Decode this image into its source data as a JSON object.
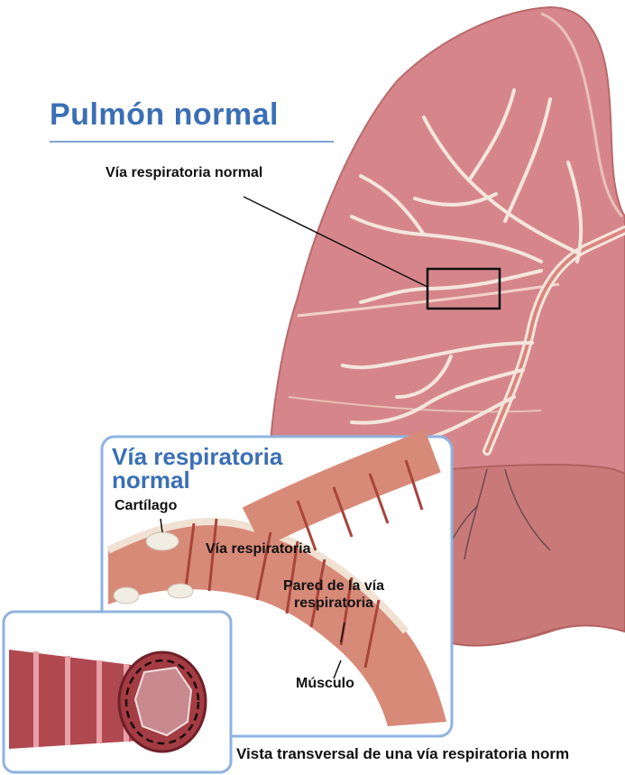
{
  "title": "Pulmón normal",
  "labels": {
    "normal_airway": "Vía respiratoria normal",
    "inset_title_line1": "Vía respiratoria",
    "inset_title_line2": "normal",
    "cartilage": "Cartílago",
    "airway": "Vía respiratoria",
    "wall_line1": "Pared de la vía",
    "wall_line2": "respiratoria",
    "muscle": "Músculo"
  },
  "caption": "Vista transversal de una vía respiratoria norm",
  "colors": {
    "lung": "#d6868a",
    "lung_lower": "#c97a78",
    "bronchi": "#f4e6dc",
    "title_blue": "#3a6fb5",
    "inset_border": "#8fb3e0",
    "muscle": "#c65a4c",
    "cartilage": "#f1ede3"
  }
}
